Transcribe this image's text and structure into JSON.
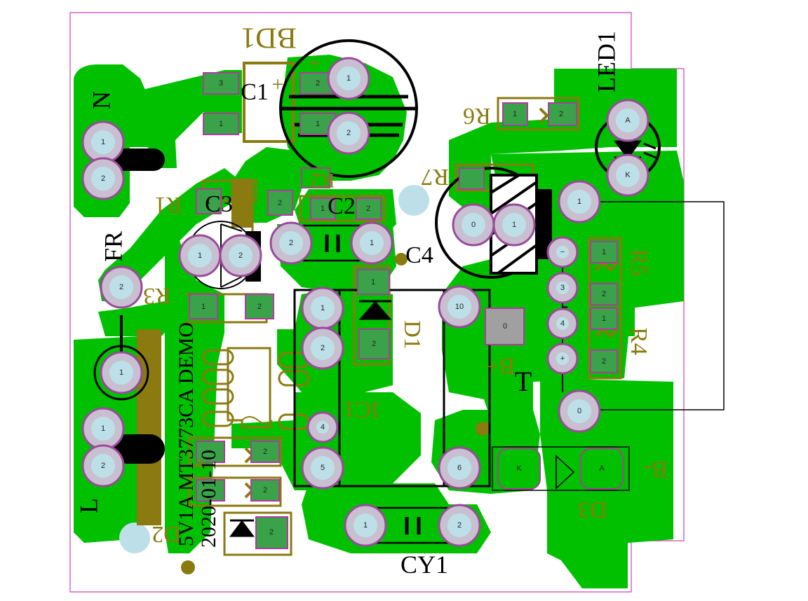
{
  "board": {
    "colors": {
      "copper": "#00c000",
      "silk_yellow": "#8a7a10",
      "silk_black": "#000000",
      "pad_fill": "#c8c0d0",
      "pad_ring": "#9a4a9a",
      "hole": "#bde0e8",
      "smd_fill": "#3aa34a",
      "smd_border": "#b03aa0",
      "outline": "#d040c0",
      "background": "#ffffff"
    },
    "labels": {
      "bd1": "BD1",
      "c1": "C1",
      "c1_plus": "+",
      "led1": "LED1",
      "r6": "R6",
      "r7": "R7",
      "r2": "R2",
      "r1": "R1",
      "c3": "C3",
      "c2": "C2",
      "c4": "C4",
      "n": "N",
      "fr": "FR",
      "r3": "R3",
      "d1": "D1",
      "ic1": "IC1",
      "t": "T",
      "b_plus": "B+",
      "b_minus": "B-",
      "r5": "R5",
      "r4": "R4",
      "d3": "D3",
      "d2": "D2",
      "cy1": "CY1",
      "l": "L",
      "demo_line1": "5V1A  MT3773CA DEMO",
      "demo_line2": "2020-01-10",
      "mark_plus": "+",
      "mark_minus": "-"
    },
    "pad_numbers": {
      "one": "1",
      "two": "2",
      "three": "3",
      "four": "4",
      "five": "5",
      "six": "6",
      "ten": "10",
      "zero": "0",
      "a": "A",
      "k": "K",
      "minus": "−",
      "plus": "+"
    }
  }
}
